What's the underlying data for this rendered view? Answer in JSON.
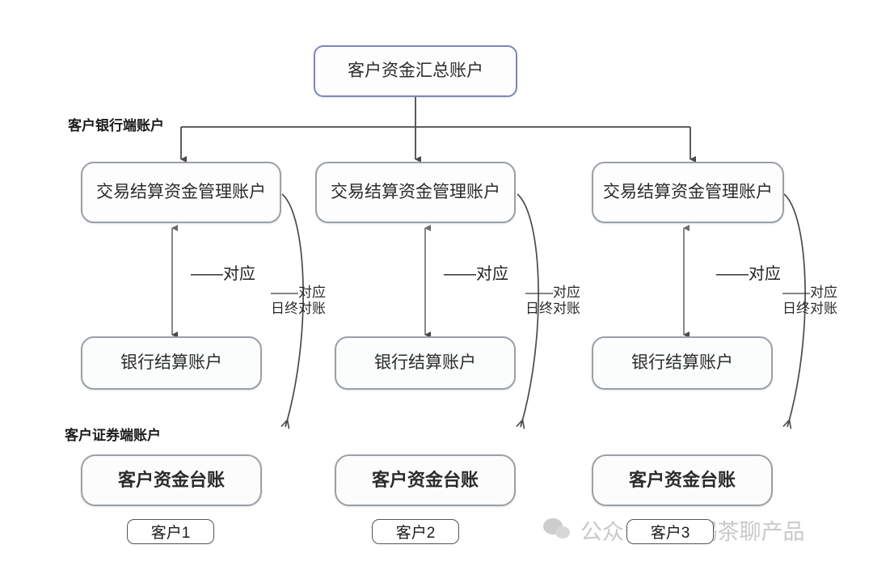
{
  "diagram": {
    "title_node": {
      "label": "客户资金汇总账户"
    },
    "section_labels": [
      {
        "name": "bank-side",
        "text": "客户银行端账户"
      },
      {
        "name": "securities-side",
        "text": "客户证券端账户"
      }
    ],
    "columns": [
      {
        "settlement_account": "交易结算资金管理账户",
        "bank_account": "银行结算账户",
        "ledger_account": "客户资金台账",
        "customer_chip": "客户1",
        "vertical_link_label": "——对应",
        "curved_link_label_line1": "——对应",
        "curved_link_label_line2": "日终对账"
      },
      {
        "settlement_account": "交易结算资金管理账户",
        "bank_account": "银行结算账户",
        "ledger_account": "客户资金台账",
        "customer_chip": "客户2",
        "vertical_link_label": "——对应",
        "curved_link_label_line1": "——对应",
        "curved_link_label_line2": "日终对账"
      },
      {
        "settlement_account": "交易结算资金管理账户",
        "bank_account": "银行结算账户",
        "ledger_account": "客户资金台账",
        "customer_chip": "客户3",
        "vertical_link_label": "——对应",
        "curved_link_label_line1": "——对应",
        "curved_link_label_line2": "日终对账"
      }
    ],
    "watermark": {
      "text": "公众号 围炉喝茶聊产品",
      "icon": "wechat-icon"
    },
    "colors": {
      "top_node_border": "#8086b8",
      "node_border": "#9aa0a6",
      "connector": "#4a4a4a",
      "text": "#2b2b2b",
      "watermark": "#c9c9c9",
      "background": "#ffffff"
    }
  }
}
